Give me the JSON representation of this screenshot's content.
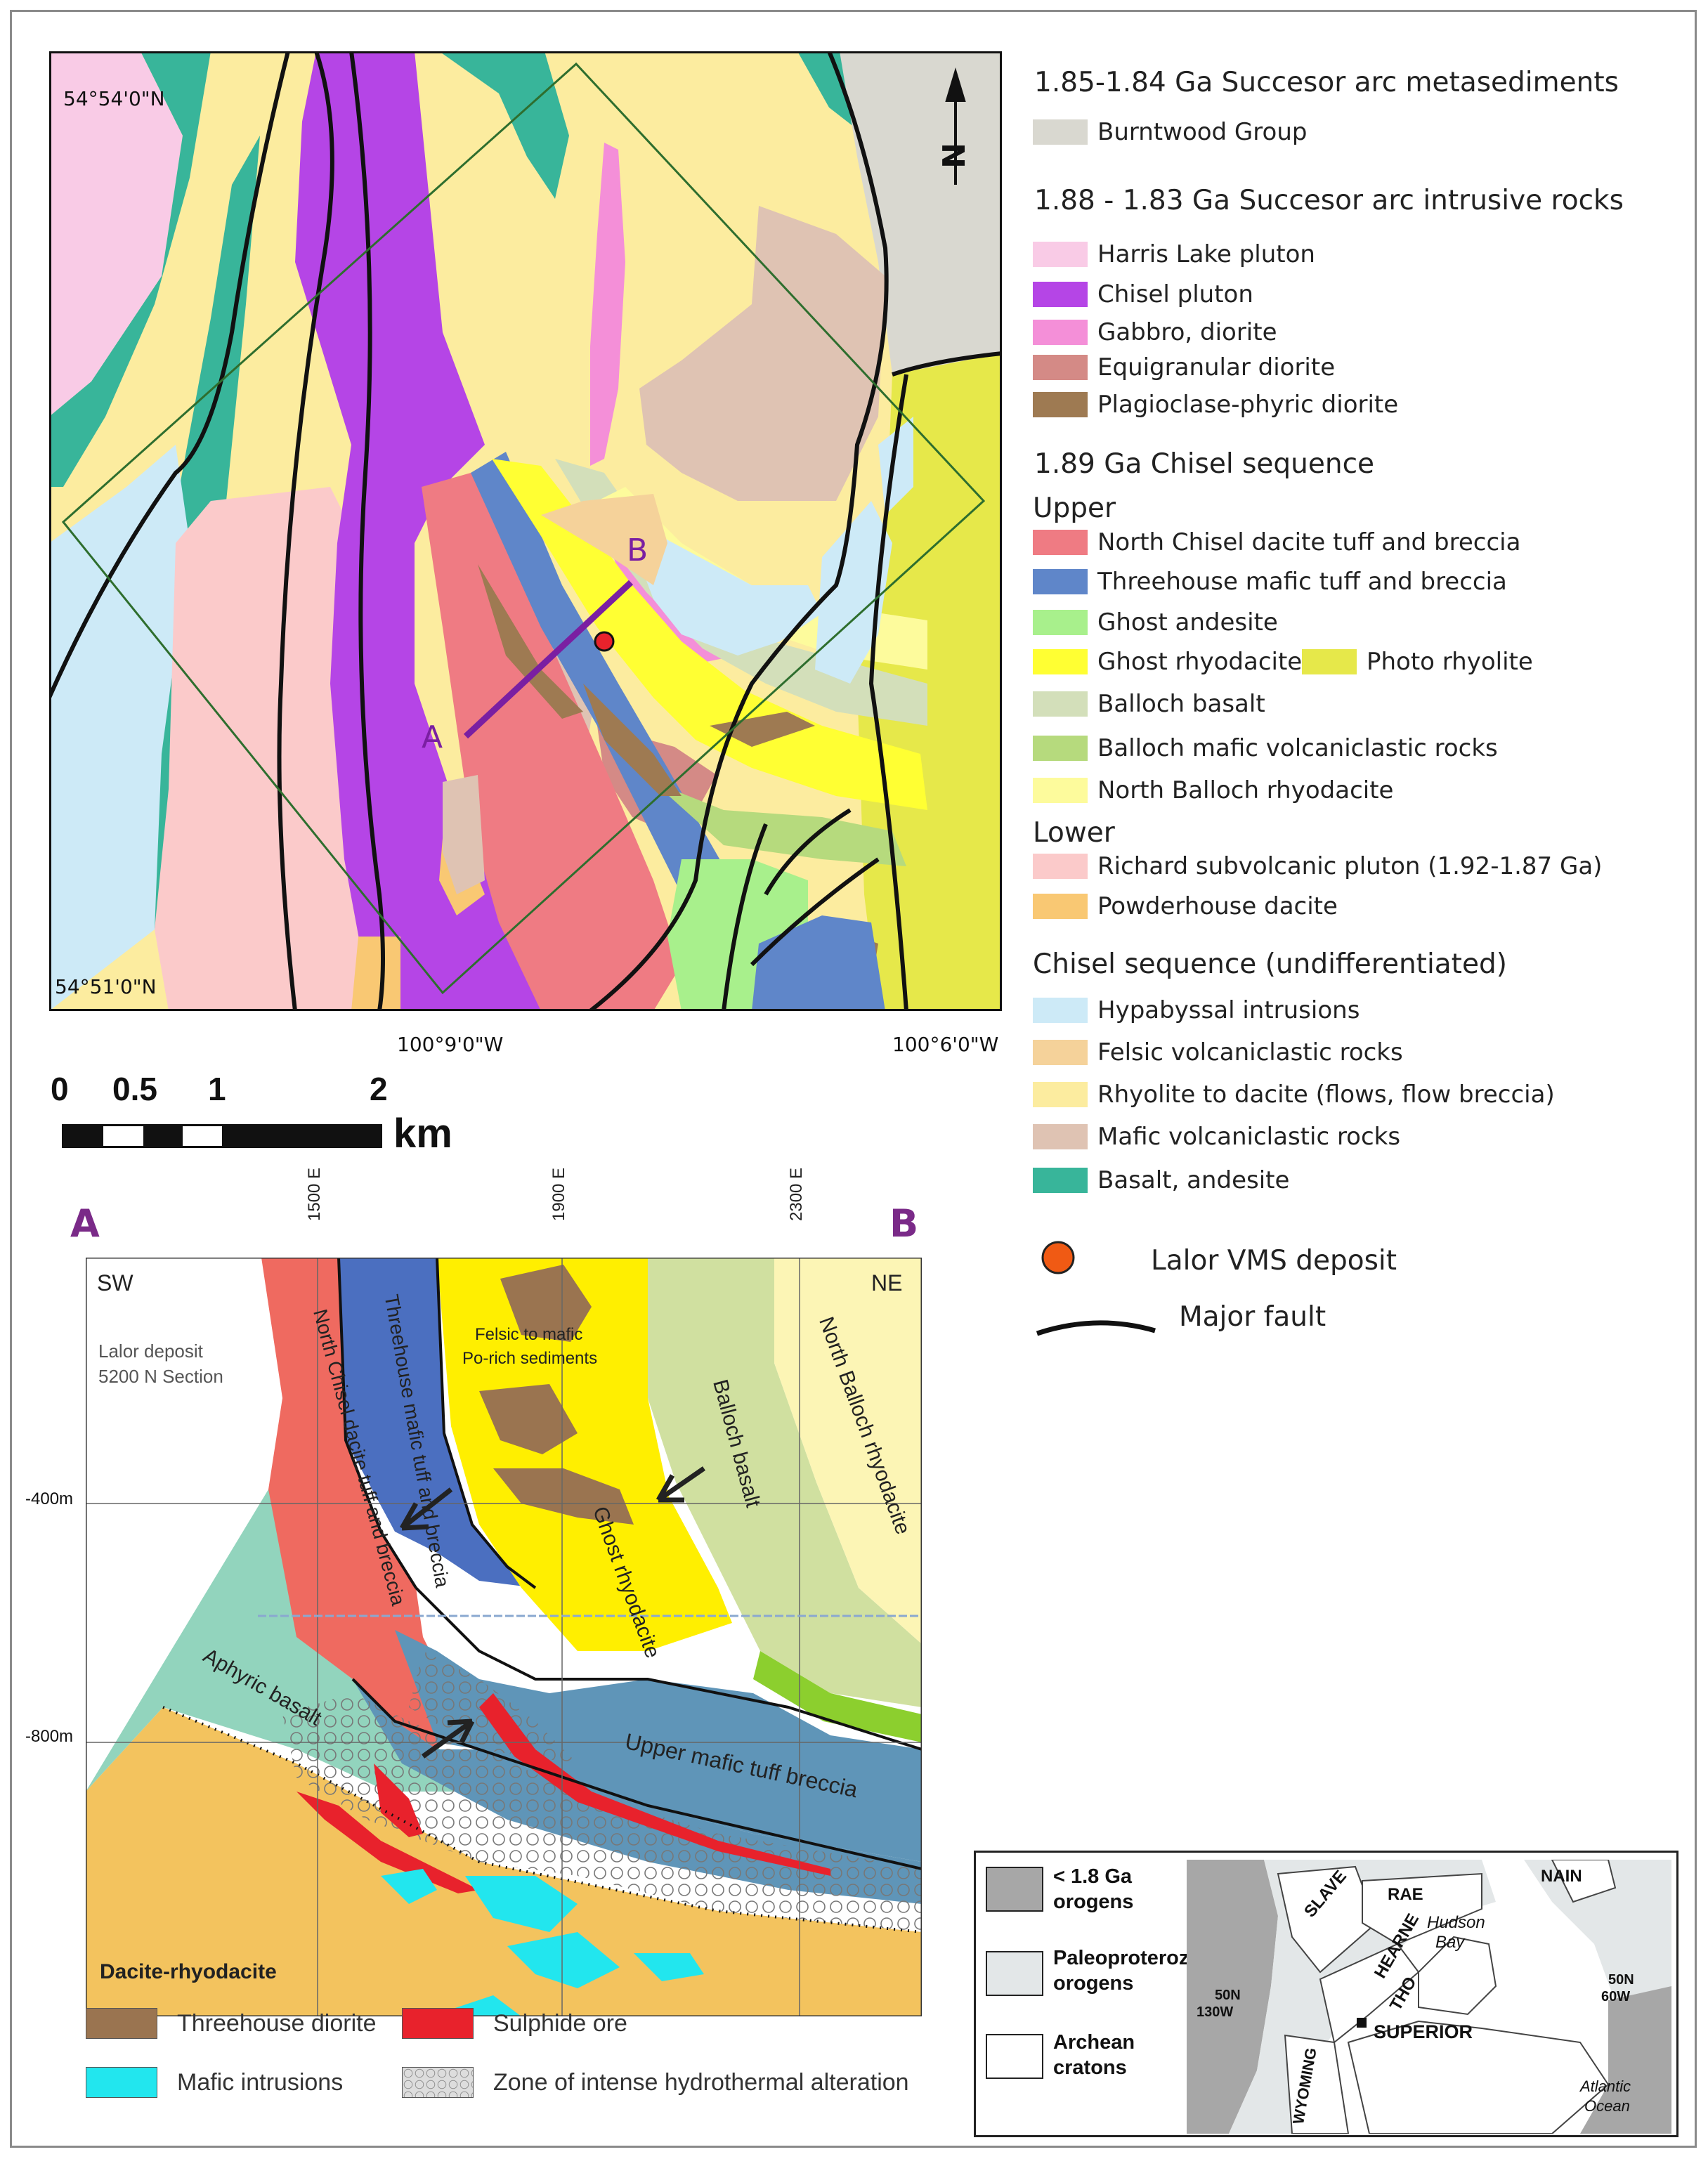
{
  "map": {
    "corner_labels": {
      "top_lat": "54°54'0\"N",
      "bottom_lat": "54°51'0\"N",
      "lon_left": "100°9'0\"W",
      "lon_right": "100°6'0\"W"
    },
    "north_arrow_letter": "N",
    "section_points": {
      "a": "A",
      "b": "B"
    }
  },
  "scale_bar": {
    "ticks": [
      "0",
      "0.5",
      "1",
      "2"
    ],
    "unit": "km"
  },
  "legend": {
    "groups": [
      {
        "heading": "1.85-1.84 Ga Succesor arc metasediments",
        "items": [
          {
            "label": "Burntwood Group",
            "color": "#d9d8d0"
          }
        ]
      },
      {
        "heading": "1.88 - 1.83 Ga Succesor arc intrusive rocks",
        "items": [
          {
            "label": "Harris Lake pluton",
            "color": "#f9cbe6"
          },
          {
            "label": "Chisel pluton",
            "color": "#b545e6"
          },
          {
            "label": "Gabbro, diorite",
            "color": "#f48fd8"
          },
          {
            "label": "Equigranular diorite",
            "color": "#d48a86"
          },
          {
            "label": "Plagioclase-phyric diorite",
            "color": "#9e7a52"
          }
        ]
      },
      {
        "heading": "1.89 Ga Chisel sequence",
        "sub_upper": "Upper",
        "items": [
          {
            "label": "North Chisel dacite tuff and breccia",
            "color": "#ef7b83"
          },
          {
            "label": "Threehouse mafic tuff and breccia",
            "color": "#5f86c9"
          },
          {
            "label": "Ghost andesite",
            "color": "#a8f08c"
          },
          {
            "label": "Ghost rhyodacite",
            "color": "#ffff33"
          },
          {
            "label": "Photo rhyolite",
            "color": "#e6e84a"
          },
          {
            "label": "Balloch basalt",
            "color": "#d3dfba"
          },
          {
            "label": "Balloch mafic volcaniclastic rocks",
            "color": "#b6da7d"
          },
          {
            "label": "North Balloch rhyodacite",
            "color": "#fdfb9c"
          }
        ],
        "sub_lower": "Lower",
        "lower_items": [
          {
            "label": "Richard subvolcanic pluton (1.92-1.87 Ga)",
            "color": "#fbcaca"
          },
          {
            "label": "Powderhouse dacite",
            "color": "#f9c873"
          }
        ]
      },
      {
        "heading": "Chisel sequence (undifferentiated)",
        "items": [
          {
            "label": "Hypabyssal intrusions",
            "color": "#cdeaf7"
          },
          {
            "label": "Felsic volcaniclastic rocks",
            "color": "#f5d29a"
          },
          {
            "label": "Rhyolite to dacite (flows, flow breccia)",
            "color": "#fcec9f"
          },
          {
            "label": "Mafic volcaniclastic rocks",
            "color": "#dfc3b3"
          },
          {
            "label": "Basalt, andesite",
            "color": "#38b59a"
          }
        ]
      }
    ],
    "symbols": [
      {
        "label": "Lalor VMS deposit",
        "color": "#f05a14"
      },
      {
        "label": "Major fault",
        "color": "#111111"
      }
    ]
  },
  "section": {
    "end_a": "A",
    "end_b": "B",
    "sw": "SW",
    "ne": "NE",
    "northings": [
      "1500 E",
      "1900 E",
      "2300 E"
    ],
    "depths": [
      "-400m",
      "-800m"
    ],
    "title_line1": "Lalor deposit",
    "title_line2": "5200 N Section",
    "units": {
      "north_chisel": "North Chisel dacite tuff and breccia",
      "threehouse": "Threehouse mafic tuff and breccia",
      "felsic_line1": "Felsic to mafic",
      "felsic_line2": "Po-rich sediments",
      "ghost": "Ghost rhyodacite",
      "balloch": "Balloch basalt",
      "north_balloch": "North Balloch rhyodacite",
      "aphyric": "Aphyric basalt",
      "upper_mafic": "Upper mafic tuff breccia",
      "dacite_rhyo": "Dacite-rhyodacite"
    }
  },
  "section_legend": [
    {
      "label": "Threehouse diorite",
      "color": "#9a7450"
    },
    {
      "label": "Sulphide ore",
      "color": "#e8222c"
    },
    {
      "label": "Mafic intrusions",
      "color": "#22e6ee"
    },
    {
      "label": "Zone of intense hydrothermal alteration",
      "color": "#cccccc"
    }
  ],
  "inset": {
    "legend": [
      {
        "line1": "< 1.8 Ga",
        "line2": "orogens",
        "color": "#a7a7a7"
      },
      {
        "line1": "Paleoproterozoic",
        "line2": "orogens",
        "color": "#e3e7e8"
      },
      {
        "line1": "Archean",
        "line2": "cratons",
        "color": "#ffffff"
      }
    ],
    "labels": {
      "slave": "SLAVE",
      "rae": "RAE",
      "nain": "NAIN",
      "hearne": "HEARNE",
      "hudson1": "Hudson",
      "hudson2": "Bay",
      "tho": "THO",
      "superior": "SUPERIOR",
      "wyoming": "WYOMING",
      "lat_w": "50N",
      "lon_w": "130W",
      "lat_e": "50N",
      "lon_e": "60W",
      "atlantic1": "Atlantic",
      "atlantic2": "Ocean"
    }
  }
}
